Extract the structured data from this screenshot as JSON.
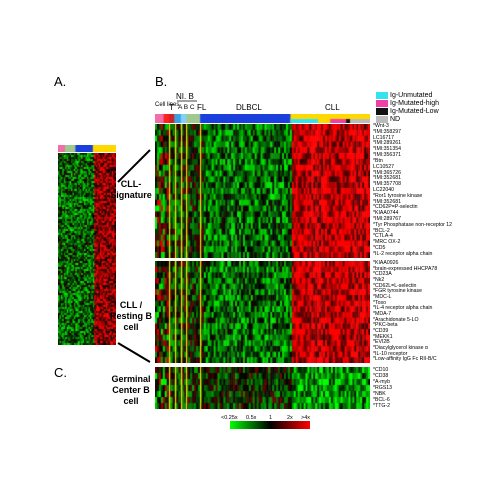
{
  "panels": {
    "a": "A.",
    "b": "B.",
    "c": "C."
  },
  "header": {
    "cell_lines": "Cell lines",
    "nl_b": "NI. B",
    "t": "T",
    "subgroups": "A B C",
    "fl": "FL",
    "dlbcl": "DLBCL",
    "cll": "CLL"
  },
  "legend": [
    {
      "label": "Ig-Unmutated",
      "color": "#35e3f0"
    },
    {
      "label": "Ig-Mutated-high",
      "color": "#f03fa8"
    },
    {
      "label": "Ig-Mutated-Low",
      "color": "#111111"
    },
    {
      "label": "ND",
      "color": "#bbbbbb"
    }
  ],
  "groups": {
    "cll_signature": "CLL-Signature",
    "cll_resting": "CLL / Resting B cell",
    "germinal": "Germinal Center B cell"
  },
  "genes": {
    "cll_signature": [
      "*Wnt-3",
      "*IMI:358297",
      "LC16717",
      "*IMI:289261",
      "*IMI:351354",
      "*IMI:356371",
      "*Btn",
      "LC10527",
      "*IMI:365726",
      "*IMI:352681",
      "*IMI:357708",
      "LC22040",
      "*Ror1 tyrosine kinase",
      "*IMI:352681",
      "*CD62P=P-selectin",
      "*KIAA0744",
      "*IMI:289767",
      "*Tyr Phosphatase non-receptor 12",
      "*BCL-2",
      "*CTLA-4",
      "*MRC OX-2",
      "*CD5",
      "*IL-2 receptor alpha chain"
    ],
    "cll_resting": [
      "*KIAA0926",
      "*brain-expressed HHCPA78",
      "*CD23A",
      "*Nk2",
      "*CD62L=L-selectin",
      "*FGR tyrosine kinase",
      "*MDC-L",
      "*Toso",
      "*IL-4 receptor alpha chain",
      "*MDA-7",
      "*Arachidonate 5-LO",
      "*PKC-beta",
      "*CD39",
      "*MEKK1",
      "*EVI2B",
      "*Diacylglycerol kinase α",
      "*IL-10 receptor",
      "*Low-affinity IgG Fc RII-B/C"
    ],
    "germinal": [
      "*CD10",
      "*CD38",
      "*A-myb",
      "*RGS13",
      "*NBK",
      "*BCL-6",
      "*TTG-2"
    ]
  },
  "color_scale": {
    "labels": [
      "<0.25x",
      "0.5x",
      "1",
      "2x",
      ">4x"
    ],
    "low": "#00ff00",
    "mid": "#000000",
    "high": "#ff0000"
  }
}
